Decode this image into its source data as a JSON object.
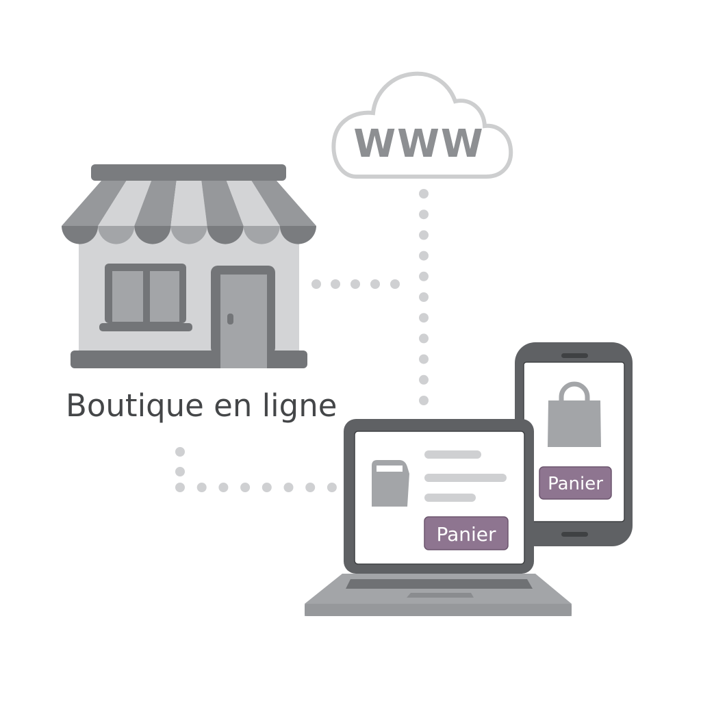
{
  "store": {
    "label": "Boutique en ligne"
  },
  "cloud": {
    "label": "WWW"
  },
  "laptop": {
    "button_label": "Panier"
  },
  "phone": {
    "button_label": "Panier"
  },
  "colors": {
    "dark_gray": "#5f6164",
    "mid_gray": "#a3a5a8",
    "light_gray": "#d3d4d6",
    "dot": "#cfd0d2",
    "accent_purple": "#8e7590",
    "text": "#444648"
  },
  "icons": [
    "storefront-icon",
    "cloud-icon",
    "laptop-icon",
    "smartphone-icon",
    "shopping-bag-icon",
    "folder-icon"
  ]
}
